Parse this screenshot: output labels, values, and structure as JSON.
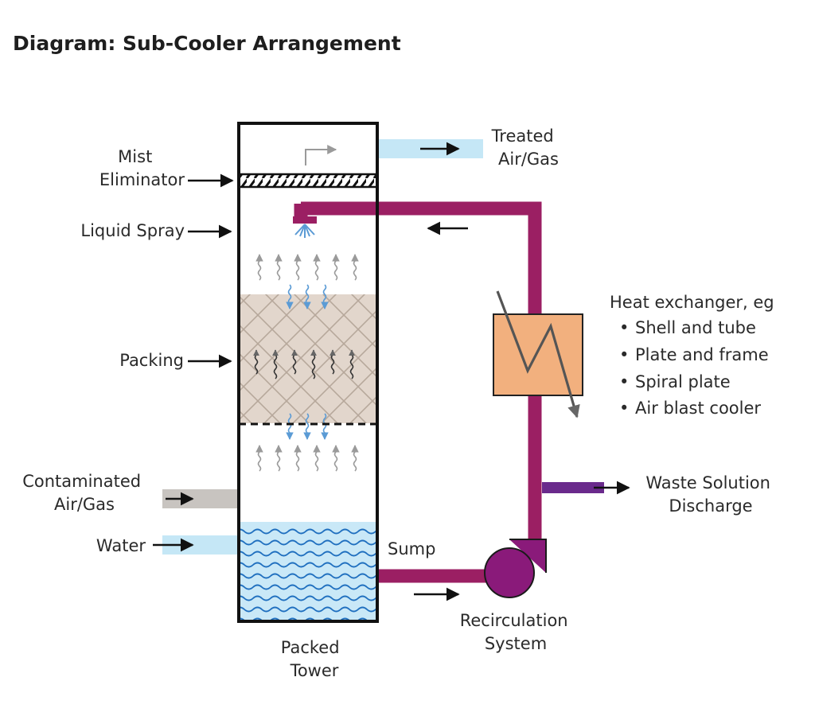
{
  "title": "Diagram: Sub-Cooler Arrangement",
  "labels": {
    "mist_eliminator": [
      "Mist",
      "Eliminator"
    ],
    "liquid_spray": "Liquid Spray",
    "packing": "Packing",
    "contaminated": [
      "Contaminated",
      "Air/Gas"
    ],
    "water": "Water",
    "treated": [
      "Treated",
      "Air/Gas"
    ],
    "sump": "Sump",
    "packed_tower": [
      "Packed",
      "Tower"
    ],
    "recirculation": [
      "Recirculation",
      "System"
    ],
    "waste": [
      "Waste Solution",
      "Discharge"
    ],
    "heat_exchanger": {
      "heading": "Heat exchanger, eg",
      "items": [
        "Shell and tube",
        "Plate and frame",
        "Spiral plate",
        "Air blast cooler"
      ]
    }
  },
  "colors": {
    "pipe": "#9b1f63",
    "pump": "#8a1a7a",
    "exchanger": "#f2b07e",
    "discharge": "#6a2a8c",
    "stream_light": "#c5e7f6",
    "stream_gray": "#c8c4c0",
    "packing": "#e2d6cc",
    "water": "#c9e8f7",
    "flow_blue": "#5b9bd5",
    "vapor_gray": "#9a9a9a"
  }
}
